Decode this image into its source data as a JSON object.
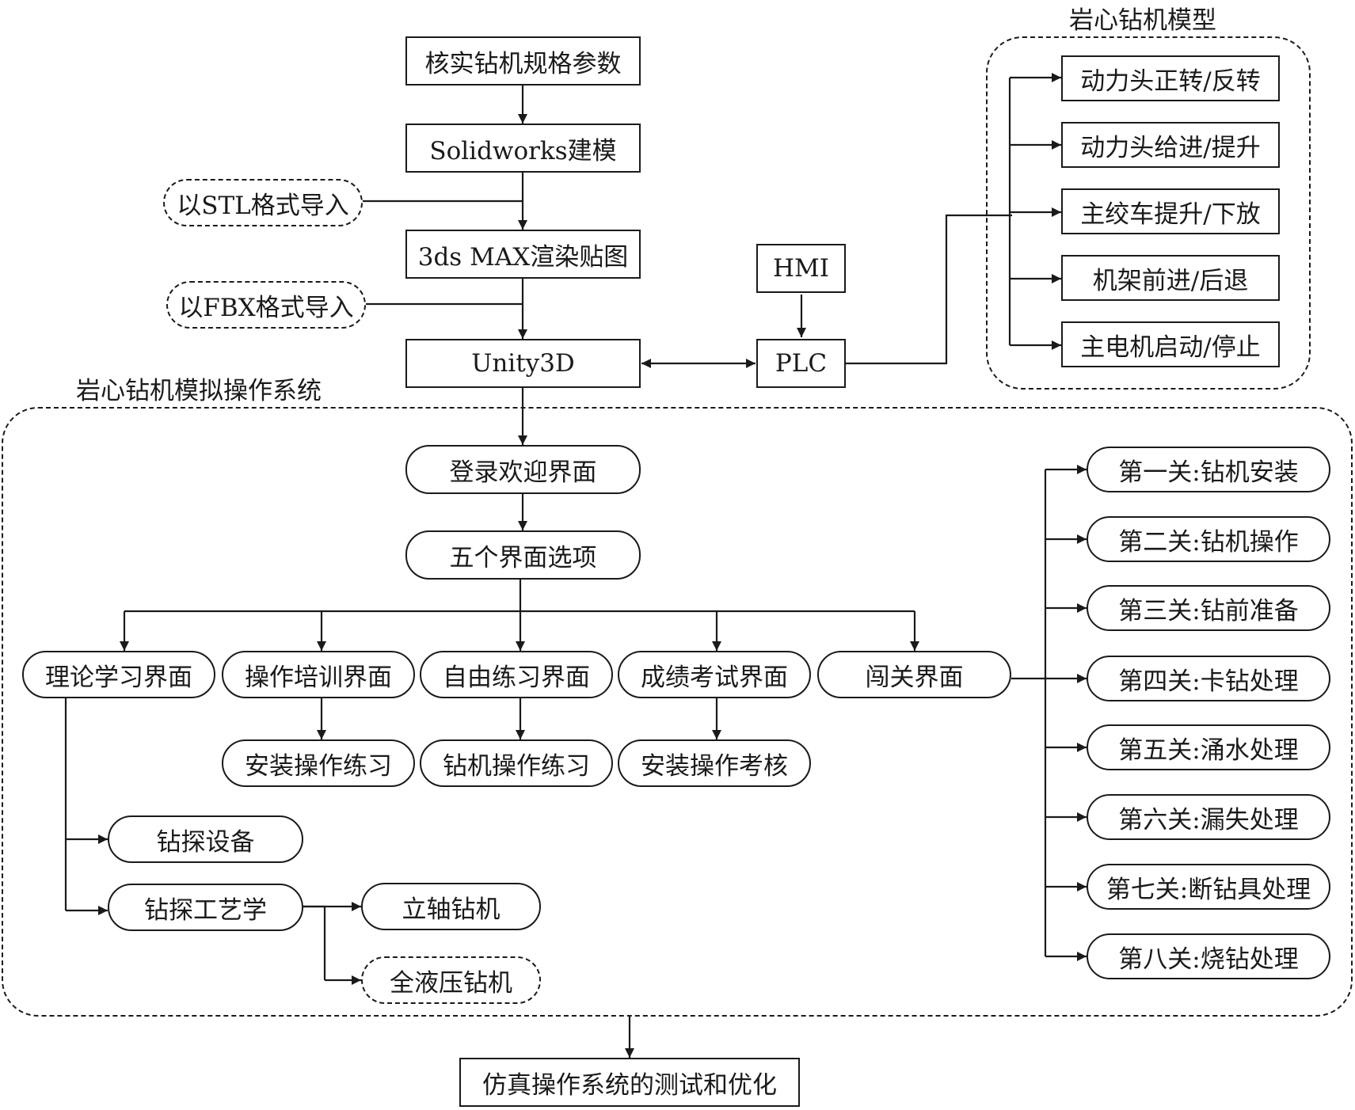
{
  "groups": {
    "rig_model": "岩心钻机模型",
    "sim_system": "岩心钻机模拟操作系统"
  },
  "pipeline": {
    "verify_specs": "核实钻机规格参数",
    "solidworks": "Solidworks建模",
    "stl_import": "以STL格式导入",
    "max_render": "3ds MAX渲染贴图",
    "fbx_import": "以FBX格式导入",
    "unity": "Unity3D",
    "hmi": "HMI",
    "plc": "PLC"
  },
  "rig_functions": [
    "动力头正转/反转",
    "动力头给进/提升",
    "主绞车提升/下放",
    "机架前进/后退",
    "主电机启动/停止"
  ],
  "sim": {
    "login": "登录欢迎界面",
    "five_options": "五个界面选项",
    "interfaces": [
      "理论学习界面",
      "操作培训界面",
      "自由练习界面",
      "成绩考试界面",
      "闯关界面"
    ],
    "subs": [
      "安装操作练习",
      "钻机操作练习",
      "安装操作考核"
    ],
    "theory": {
      "equipment": "钻探设备",
      "process": "钻探工艺学",
      "vertical_rig": "立轴钻机",
      "hydraulic_rig": "全液压钻机"
    },
    "levels": [
      "第一关:钻机安装",
      "第二关:钻机操作",
      "第三关:钻前准备",
      "第四关:卡钻处理",
      "第五关:涌水处理",
      "第六关:漏失处理",
      "第七关:断钻具处理",
      "第八关:烧钻处理"
    ]
  },
  "final_step": "仿真操作系统的测试和优化"
}
